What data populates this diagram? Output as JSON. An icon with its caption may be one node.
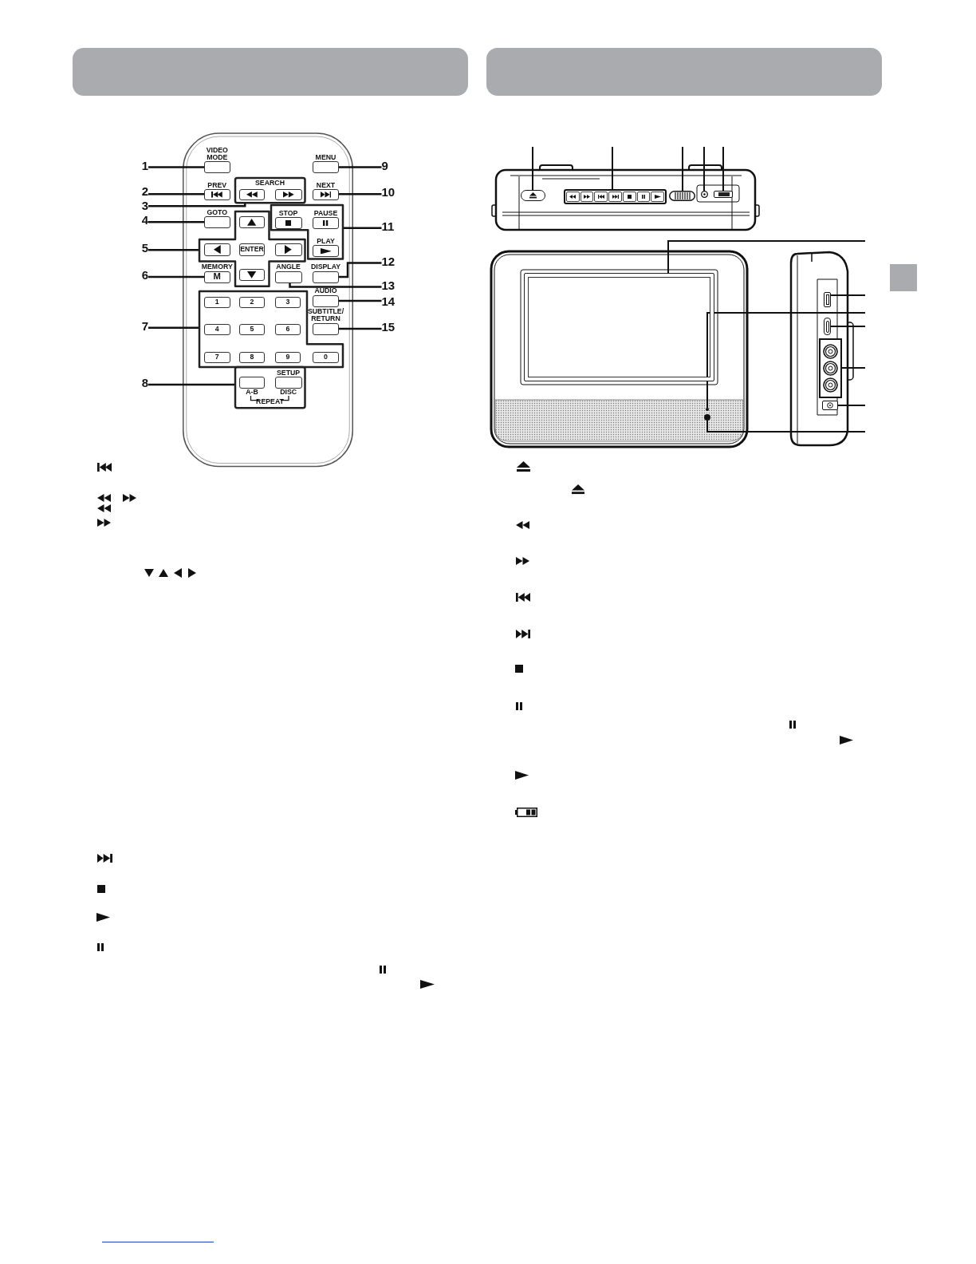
{
  "diagram": {
    "nodes": [
      {
        "text": [
          "1"
        ]
      },
      {
        "text": [
          "2"
        ]
      },
      {
        "text": [
          "3"
        ]
      },
      {
        "text": [
          "4"
        ]
      },
      {
        "text": [
          "5"
        ]
      },
      {
        "text": [
          "6"
        ]
      },
      {
        "text": [
          "7"
        ]
      },
      {
        "text": [
          "8"
        ]
      },
      {
        "text": [
          "9"
        ]
      },
      {
        "text": [
          "10"
        ]
      },
      {
        "text": [
          "11"
        ]
      },
      {
        "text": [
          "12"
        ]
      },
      {
        "text": [
          "13"
        ]
      },
      {
        "text": [
          "14"
        ]
      },
      {
        "text": [
          "15"
        ]
      },
      {
        "text": [
          "VIDEO MODE"
        ]
      },
      {
        "text": [
          "MENU"
        ]
      },
      {
        "text": [
          "PREV"
        ]
      },
      {
        "text": [
          "SEARCH"
        ]
      },
      {
        "text": [],
        "shape": "box",
        "in": 18
      },
      {
        "text": [],
        "shape": "box",
        "in": 18
      },
      {
        "text": [
          "NEXT"
        ]
      },
      {
        "text": [
          "GOTO"
        ]
      },
      {
        "text": [],
        "shape": "cross"
      },
      {
        "text": [],
        "shape": "box",
        "in": 23
      },
      {
        "text": [],
        "shape": "box",
        "in": 23
      },
      {
        "text": [
          "ENTER"
        ],
        "in": 23
      },
      {
        "text": [],
        "shape": "box",
        "in": 23
      },
      {
        "text": [],
        "shape": "box",
        "in": 23
      },
      {
        "text": [],
        "shape": "box"
      },
      {
        "text": [
          "STOP"
        ],
        "in": 29
      },
      {
        "text": [
          "PAUSE"
        ],
        "in": 29
      },
      {
        "text": [
          "PLAY"
        ],
        "in": 29
      },
      {
        "text": [
          "MEMORY",
          "M"
        ]
      },
      {
        "text": [
          "ANGLE"
        ]
      },
      {
        "text": [
          "DISPLAY"
        ]
      },
      {
        "text": [],
        "shape": "box"
      },
      {
        "text": [
          "1"
        ],
        "in": 36
      },
      {
        "text": [
          "2"
        ],
        "in": 36
      },
      {
        "text": [
          "3"
        ],
        "in": 36
      },
      {
        "text": [
          "4"
        ],
        "in": 36
      },
      {
        "text": [
          "5"
        ],
        "in": 36
      },
      {
        "text": [
          "6"
        ],
        "in": 36
      },
      {
        "text": [
          "7"
        ],
        "in": 36
      },
      {
        "text": [
          "8"
        ],
        "in": 36
      },
      {
        "text": [
          "9"
        ],
        "in": 36
      },
      {
        "text": [
          "0"
        ],
        "in": 36
      },
      {
        "text": [
          "AUDIO"
        ]
      },
      {
        "text": [
          "SUBTITLE/ RETURN"
        ]
      },
      {
        "text": [],
        "shape": "box"
      },
      {
        "text": [
          "A-B"
        ],
        "in": 49
      },
      {
        "text": [
          "SETUP",
          "DISC"
        ],
        "in": 49
      },
      {
        "text": [],
        "shape": "button"
      },
      {
        "text": [],
        "shape": "box"
      },
      {
        "text": [],
        "shape": "wheel"
      },
      {
        "text": [],
        "shape": "circle"
      },
      {
        "text": [],
        "shape": "switch"
      },
      {
        "text": [],
        "shape": "box"
      },
      {
        "text": [],
        "shape": "circle"
      },
      {
        "text": [],
        "shape": "circle"
      },
      {
        "text": [],
        "shape": "box"
      },
      {
        "text": [],
        "shape": "box"
      },
      {
        "text": [],
        "shape": "box"
      },
      {
        "text": [],
        "shape": "box"
      }
    ],
    "edges": [
      {
        "from": 0,
        "to": 15,
        "arrow": "none"
      },
      {
        "from": 1,
        "to": 17,
        "arrow": "none"
      },
      {
        "from": 2,
        "to": 18,
        "arrow": "none"
      },
      {
        "from": 3,
        "to": 22,
        "arrow": "none"
      },
      {
        "from": 4,
        "to": 23,
        "arrow": "none"
      },
      {
        "from": 5,
        "to": 33,
        "arrow": "none"
      },
      {
        "from": 6,
        "to": 36,
        "arrow": "none"
      },
      {
        "from": 7,
        "to": 49,
        "arrow": "none"
      },
      {
        "from": 8,
        "to": 16,
        "arrow": "none"
      },
      {
        "from": 9,
        "to": 21,
        "arrow": "none"
      },
      {
        "from": 10,
        "to": 29,
        "arrow": "none"
      },
      {
        "from": 11,
        "to": 35,
        "arrow": "none"
      },
      {
        "from": 12,
        "to": 34,
        "arrow": "none"
      },
      {
        "from": 13,
        "to": 47,
        "arrow": "none"
      },
      {
        "from": 14,
        "to": 48,
        "arrow": "none"
      },
      {
        "from": null,
        "to": 52,
        "arrow": "none"
      },
      {
        "from": null,
        "to": 53,
        "arrow": "none"
      },
      {
        "from": null,
        "to": 54,
        "arrow": "none"
      },
      {
        "from": null,
        "to": 55,
        "arrow": "none"
      },
      {
        "from": null,
        "to": 56,
        "arrow": "none"
      },
      {
        "from": null,
        "to": 57,
        "arrow": "none"
      },
      {
        "from": null,
        "to": 58,
        "arrow": "none"
      },
      {
        "from": null,
        "to": 59,
        "arrow": "none"
      },
      {
        "from": null,
        "to": 60,
        "arrow": "none"
      },
      {
        "from": null,
        "to": 61,
        "arrow": "none"
      },
      {
        "from": null,
        "to": 62,
        "arrow": "none"
      },
      {
        "from": null,
        "to": 63,
        "arrow": "none"
      }
    ],
    "labels": [
      "REPEAT"
    ]
  }
}
